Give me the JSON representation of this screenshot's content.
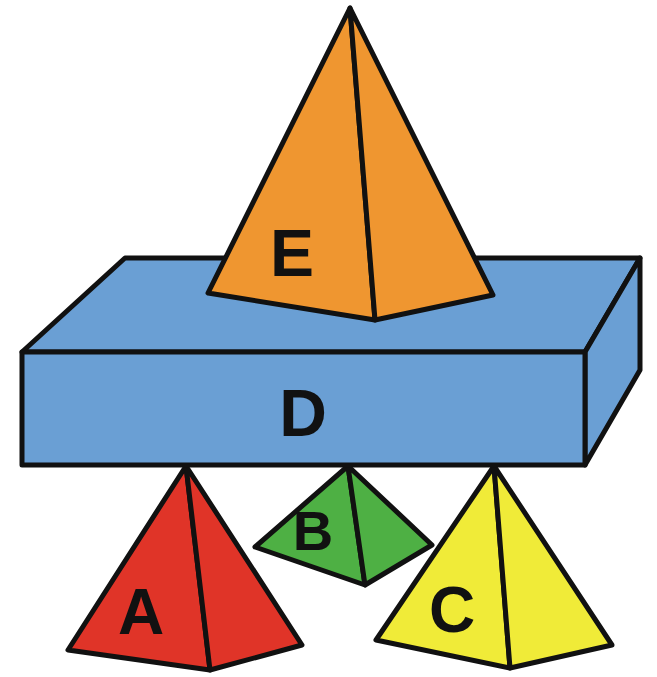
{
  "diagram": {
    "nodes": [
      {
        "text": [
          "E"
        ]
      },
      {
        "text": [
          "D"
        ]
      },
      {
        "text": [
          "A"
        ]
      },
      {
        "text": [
          "B"
        ]
      },
      {
        "text": [
          "C"
        ]
      }
    ]
  }
}
